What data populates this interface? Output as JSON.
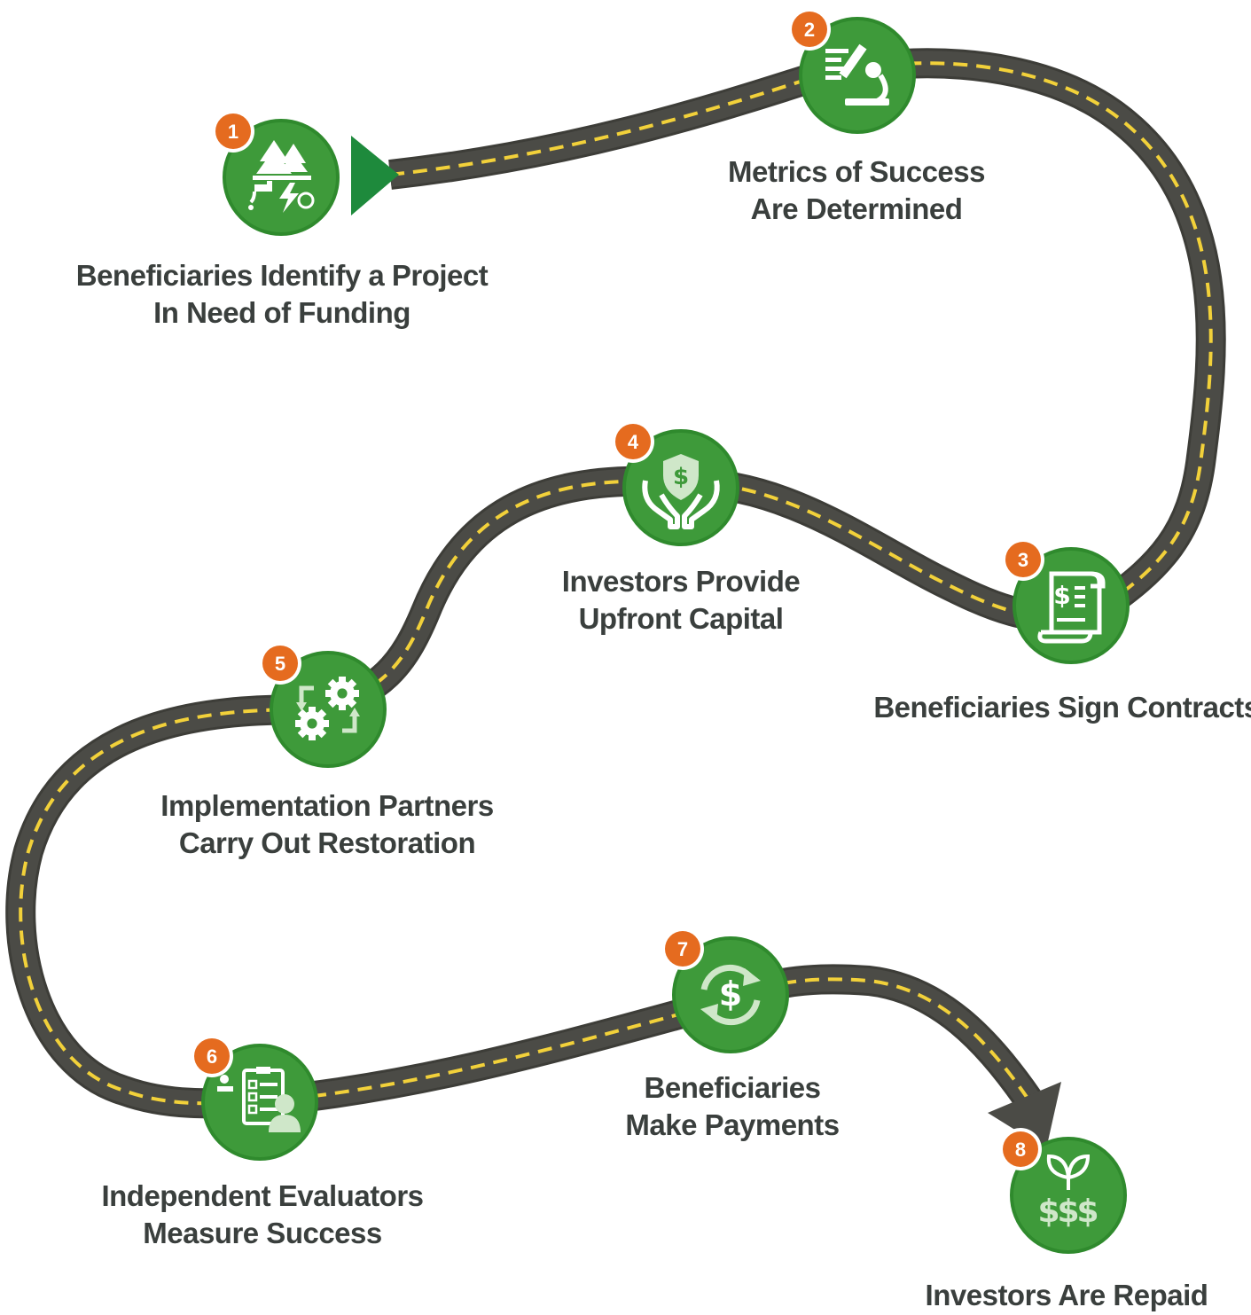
{
  "colors": {
    "road": "#4b4b46",
    "road_edge": "#3d3d38",
    "lane_dash": "#f2d13a",
    "circle": "#3e9a3a",
    "circle_ring": "#2f8a2d",
    "badge": "#e56b1f",
    "arrow_start": "#1e8a3c",
    "arrow_end": "#4b4b46",
    "label": "#3a3f3d"
  },
  "steps": [
    {
      "number": "1",
      "icon": "trees-water-energy-icon",
      "lines": [
        "Beneficiaries Identify a Project",
        "In Need of Funding"
      ]
    },
    {
      "number": "2",
      "icon": "microscope-metrics-icon",
      "lines": [
        "Metrics of Success",
        "Are Determined"
      ]
    },
    {
      "number": "3",
      "icon": "contract-scroll-icon",
      "lines": [
        "Beneficiaries Sign Contracts"
      ]
    },
    {
      "number": "4",
      "icon": "hands-shield-dollar-icon",
      "lines": [
        "Investors Provide",
        "Upfront Capital"
      ]
    },
    {
      "number": "5",
      "icon": "gears-cycle-icon",
      "lines": [
        "Implementation Partners",
        "Carry Out Restoration"
      ]
    },
    {
      "number": "6",
      "icon": "evaluator-checklist-icon",
      "lines": [
        "Independent Evaluators",
        "Measure Success"
      ]
    },
    {
      "number": "7",
      "icon": "dollar-cycle-icon",
      "lines": [
        "Beneficiaries",
        "Make Payments"
      ]
    },
    {
      "number": "8",
      "icon": "sprout-dollars-icon",
      "lines": [
        "Investors Are Repaid"
      ]
    }
  ]
}
